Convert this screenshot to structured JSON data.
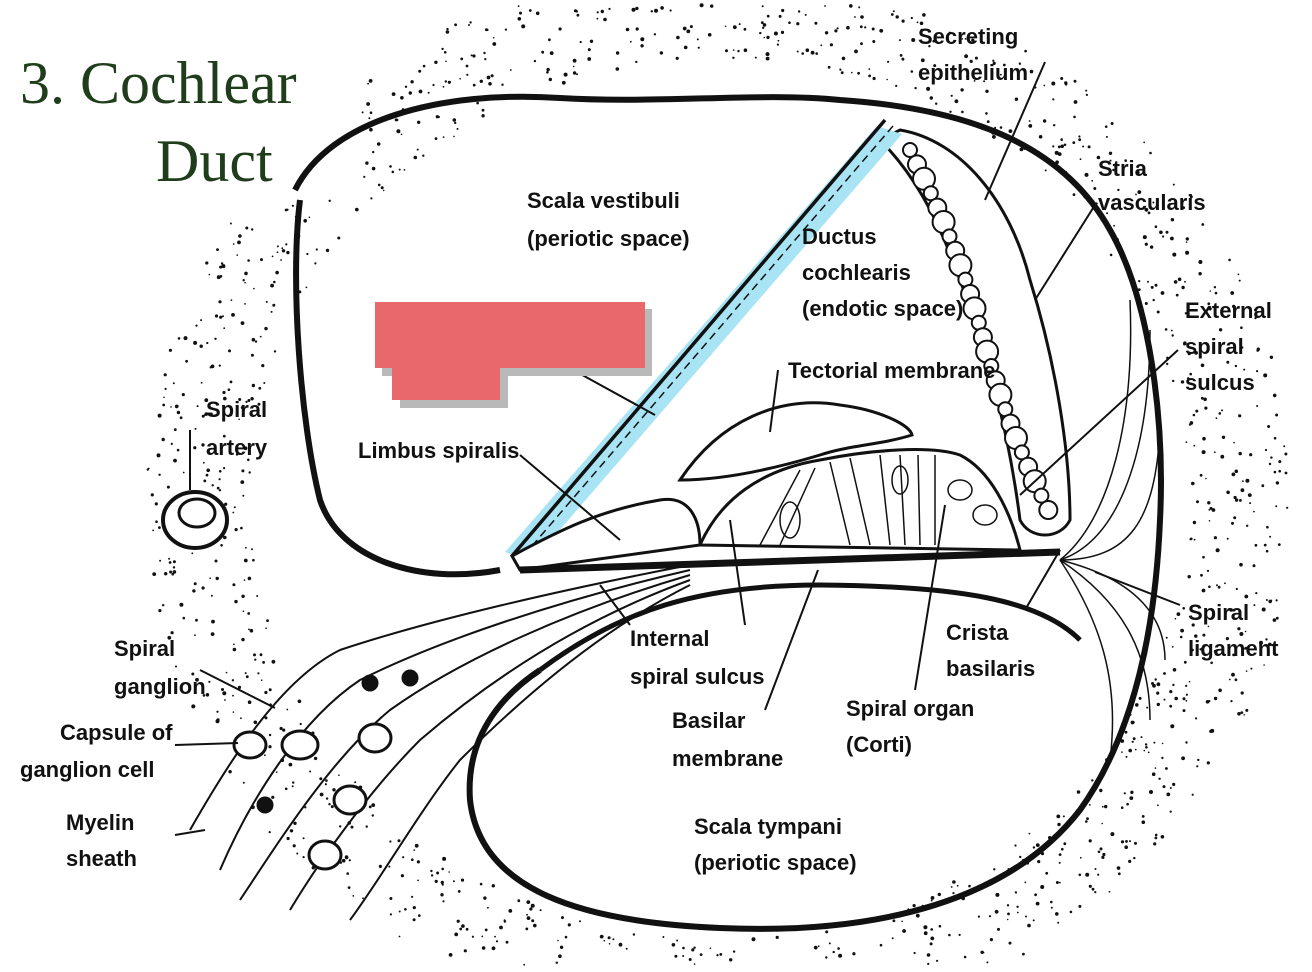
{
  "title": {
    "line1": "3.  Cochlear",
    "line2": "Duct"
  },
  "colors": {
    "highlight_membrane": "#a9e4f5",
    "label_cover": "#e8686c",
    "ink": "#111111",
    "title": "#1f3d1b"
  },
  "labels": {
    "secreting_epithelium": [
      "Secreting",
      "epithelium"
    ],
    "stria_vascularis": [
      "Stria",
      "vascularis"
    ],
    "scala_vestibuli": [
      "Scala vestibuli",
      "(periotic space)"
    ],
    "ductus_cochlearis": [
      "Ductus",
      "cochlearis",
      "(endotic space)"
    ],
    "external_spiral_sulcus": [
      "External",
      "spiral",
      "sulcus"
    ],
    "tectorial_membrane": [
      "Tectorial membrane"
    ],
    "spiral_artery": [
      "Spiral",
      "artery"
    ],
    "limbus_spiralis": [
      "Limbus spiralis"
    ],
    "spiral_ligament": [
      "Spiral",
      "ligament"
    ],
    "crista_basilaris": [
      "Crista",
      "basilaris"
    ],
    "internal_spiral_sulcus": [
      "Internal",
      "spiral sulcus"
    ],
    "spiral_ganglion": [
      "Spiral",
      "ganglion"
    ],
    "spiral_organ": [
      "Spiral organ",
      "(Corti)"
    ],
    "basilar_membrane": [
      "Basilar",
      "membrane"
    ],
    "capsule_ganglion_cell": [
      "Capsule of",
      "ganglion cell"
    ],
    "myelin_sheath": [
      "Myelin",
      "sheath"
    ],
    "scala_tympani": [
      "Scala tympani",
      "(periotic space)"
    ]
  }
}
